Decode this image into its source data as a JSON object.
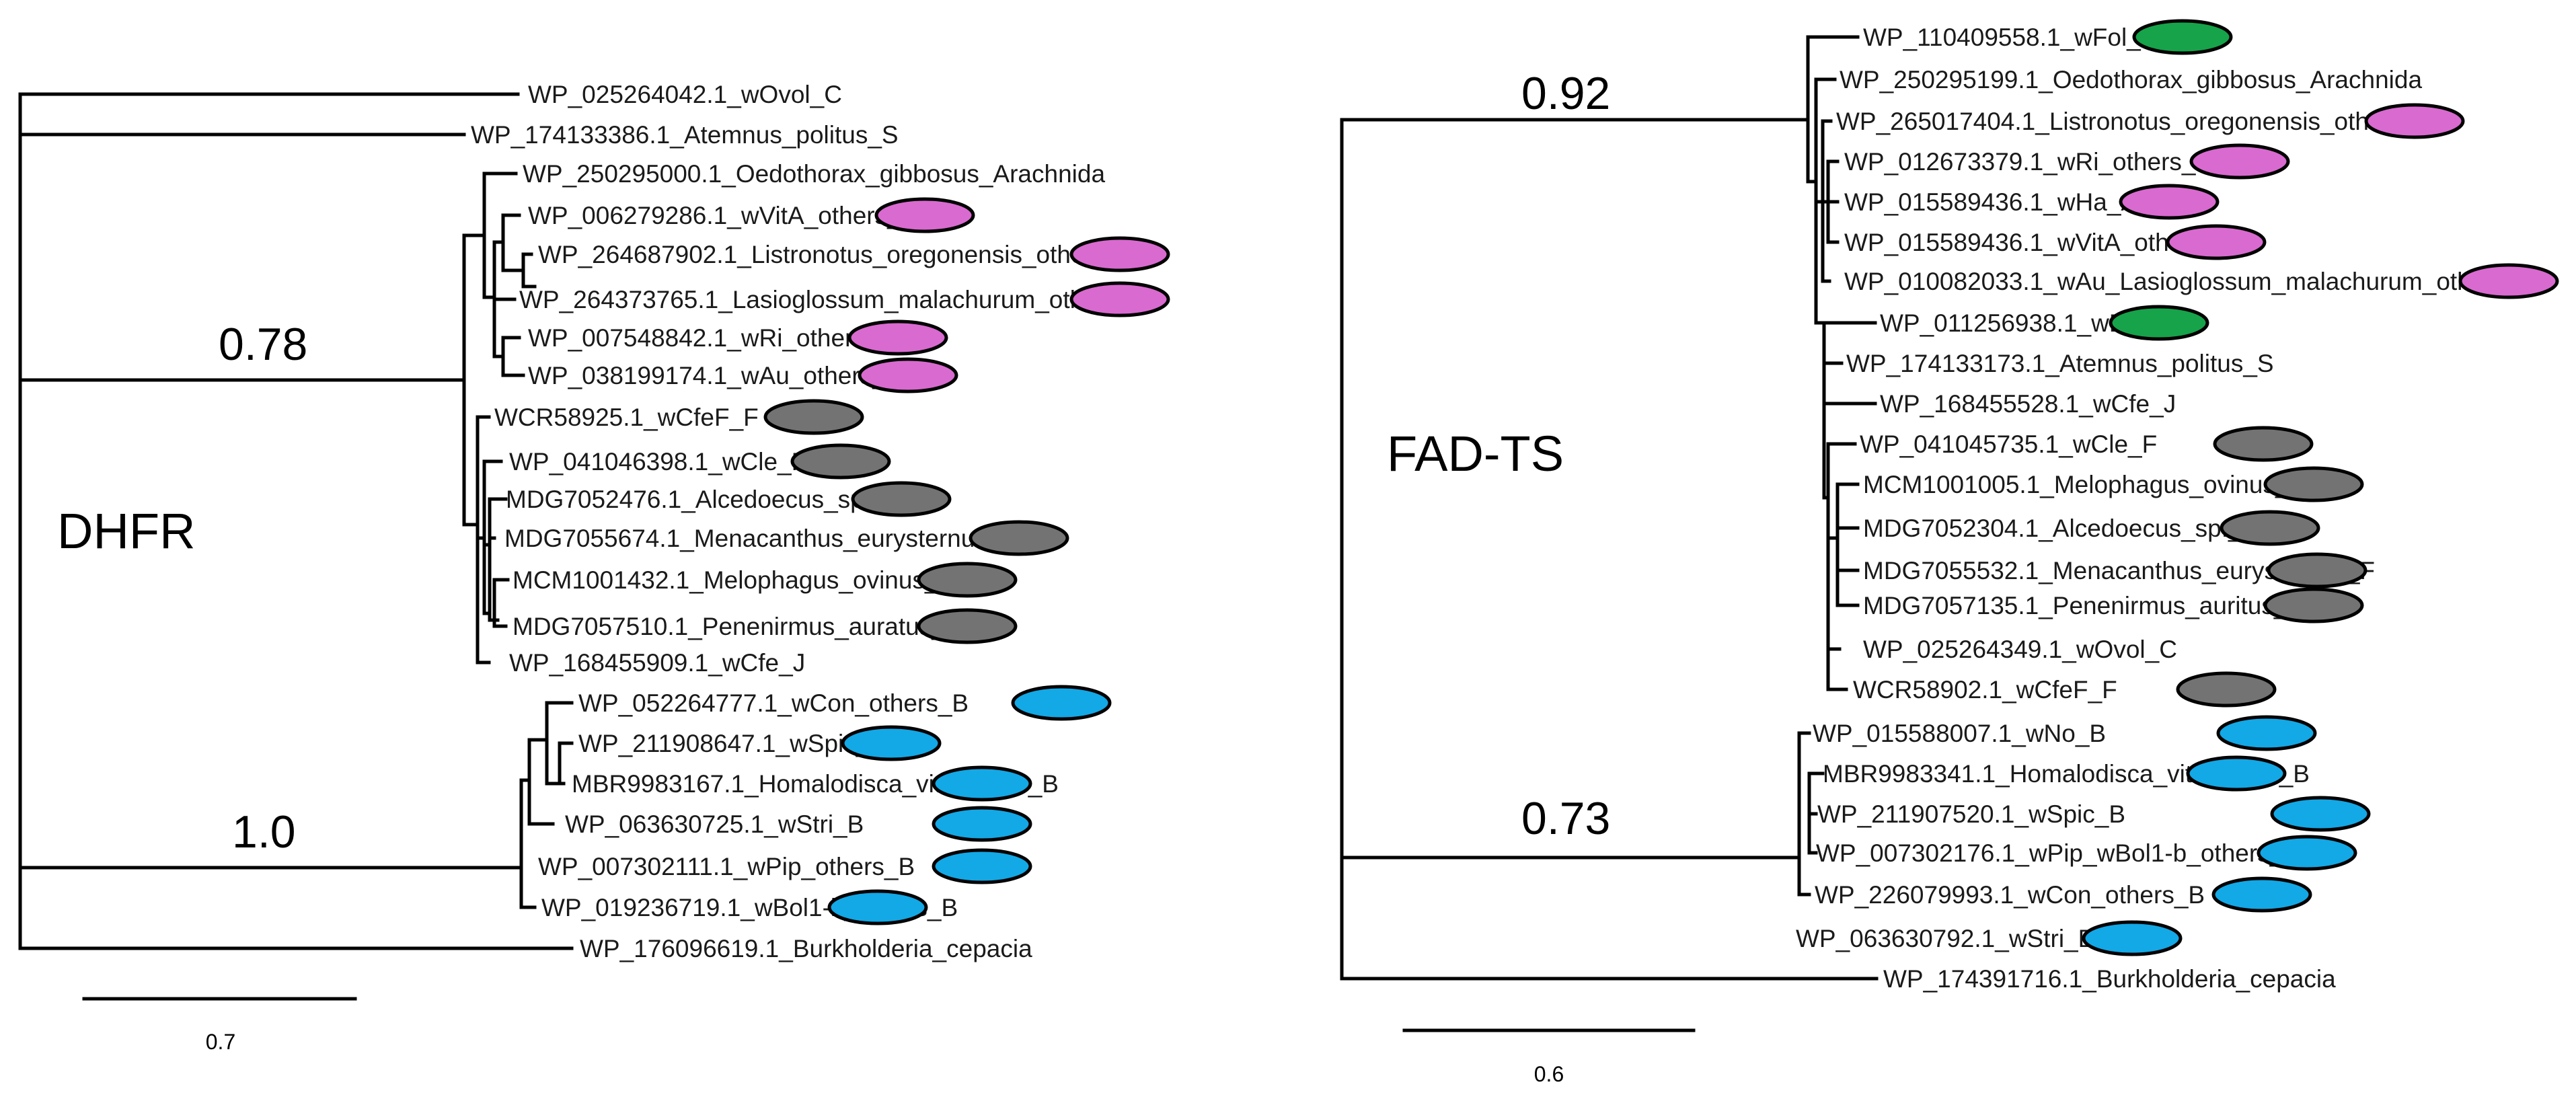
{
  "colors": {
    "A": "#d96ad0",
    "B": "#13a8e6",
    "D": "#16a34a",
    "E": "#16a34a",
    "F": "#737373"
  },
  "dhfr": {
    "name": "DHFR",
    "scale": "0.7",
    "support": {
      "s078": "0.78",
      "s10": "1.0"
    },
    "leaves": [
      {
        "label": "WP_025264042.1_wOvol_C",
        "group": ""
      },
      {
        "label": "WP_174133386.1_Atemnus_politus_S",
        "group": ""
      },
      {
        "label": "WP_250295000.1_Oedothorax_gibbosus_Arachnida",
        "group": ""
      },
      {
        "label": "WP_006279286.1_wVitA_others_A",
        "group": "A"
      },
      {
        "label": "WP_264687902.1_Listronotus_oregonensis_others_A",
        "group": "A"
      },
      {
        "label": "WP_264373765.1_Lasioglossum_malachurum_others_A",
        "group": "A"
      },
      {
        "label": "WP_007548842.1_wRi_others_A",
        "group": "A"
      },
      {
        "label": "WP_038199174.1_wAu_others_A",
        "group": "A"
      },
      {
        "label": "WCR58925.1_wCfeF_F",
        "group": "F"
      },
      {
        "label": "WP_041046398.1_wCle_F",
        "group": "F"
      },
      {
        "label": "MDG7052476.1_Alcedoecus_sp._F",
        "group": "F"
      },
      {
        "label": "MDG7055674.1_Menacanthus_eurysternus_F",
        "group": "F"
      },
      {
        "label": "MCM1001432.1_Melophagus_ovinus_F",
        "group": "F"
      },
      {
        "label": "MDG7057510.1_Penenirmus_auratus_F",
        "group": "F"
      },
      {
        "label": "WP_168455909.1_wCfe_J",
        "group": ""
      },
      {
        "label": "WP_052264777.1_wCon_others_B",
        "group": "B"
      },
      {
        "label": "WP_211908647.1_wSpic_B",
        "group": "B"
      },
      {
        "label": "MBR9983167.1_Homalodisca_vitripennis_B",
        "group": "B"
      },
      {
        "label": "WP_063630725.1_wStri_B",
        "group": "B"
      },
      {
        "label": "WP_007302111.1_wPip_others_B",
        "group": "B"
      },
      {
        "label": "WP_019236719.1_wBol1-b_others_B",
        "group": "B"
      },
      {
        "label": "WP_176096619.1_Burkholderia_cepacia",
        "group": ""
      }
    ]
  },
  "fadts": {
    "name": "FAD-TS",
    "scale": "0.6",
    "support": {
      "s092": "0.92",
      "s073": "0.73"
    },
    "leaves": [
      {
        "label": "WP_110409558.1_wFol_E",
        "group": "E"
      },
      {
        "label": "WP_250295199.1_Oedothorax_gibbosus_Arachnida",
        "group": ""
      },
      {
        "label": "WP_265017404.1_Listronotus_oregonensis_others_A",
        "group": "A"
      },
      {
        "label": "WP_012673379.1_wRi_others_A",
        "group": "A"
      },
      {
        "label": "WP_015589436.1_wHa_A",
        "group": "A"
      },
      {
        "label": "WP_015589436.1_wVitA_others_A",
        "group": "A"
      },
      {
        "label": "WP_010082033.1_wAu_Lasioglossum_malachurum_others_A",
        "group": "A"
      },
      {
        "label": "WP_011256938.1_wBm_D",
        "group": "D"
      },
      {
        "label": "WP_174133173.1_Atemnus_politus_S",
        "group": ""
      },
      {
        "label": "WP_168455528.1_wCfe_J",
        "group": ""
      },
      {
        "label": "WP_041045735.1_wCle_F",
        "group": "F"
      },
      {
        "label": "MCM1001005.1_Melophagus_ovinus_F",
        "group": "F"
      },
      {
        "label": "MDG7052304.1_Alcedoecus_sp._F",
        "group": "F"
      },
      {
        "label": "MDG7055532.1_Menacanthus_eurysternus_F",
        "group": "F"
      },
      {
        "label": "MDG7057135.1_Penenirmus_auritus_F",
        "group": "F"
      },
      {
        "label": "WP_025264349.1_wOvol_C",
        "group": ""
      },
      {
        "label": "WCR58902.1_wCfeF_F",
        "group": "F"
      },
      {
        "label": "WP_015588007.1_wNo_B",
        "group": "B"
      },
      {
        "label": "MBR9983341.1_Homalodisca_vitripennis_B",
        "group": "B"
      },
      {
        "label": "WP_211907520.1_wSpic_B",
        "group": "B"
      },
      {
        "label": "WP_007302176.1_wPip_wBol1-b_others_B",
        "group": "B"
      },
      {
        "label": "WP_226079993.1_wCon_others_B",
        "group": "B"
      },
      {
        "label": "WP_063630792.1_wStri_B",
        "group": "B"
      },
      {
        "label": "WP_174391716.1_Burkholderia_cepacia",
        "group": ""
      }
    ]
  }
}
